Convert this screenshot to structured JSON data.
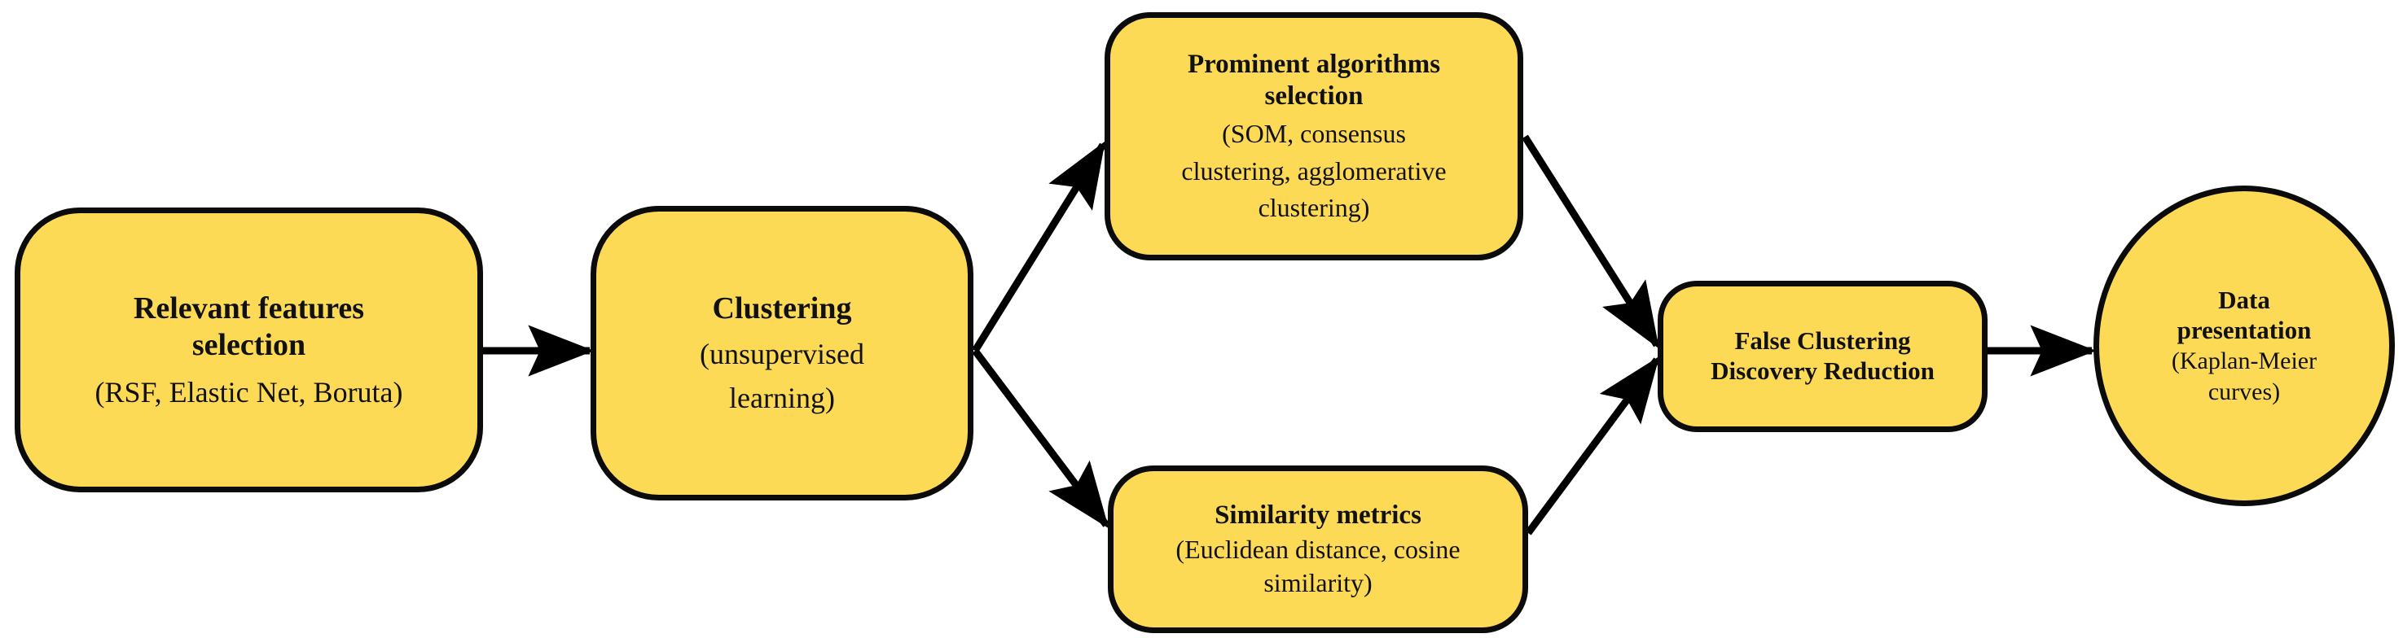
{
  "diagram": {
    "type": "flowchart",
    "orientation": "left-to-right",
    "background_color": "#FFFFFF",
    "node_fill_color": "#FCDA56",
    "node_border_color": "#0B0B0B",
    "text_color": "#111111",
    "arrow_color": "#000000",
    "nodes": [
      {
        "id": "relevant-features",
        "shape": "rounded-rectangle",
        "title": "Relevant features",
        "title2": "selection",
        "subtitle": "(RSF, Elastic Net, Boruta)"
      },
      {
        "id": "clustering",
        "shape": "rounded-rectangle",
        "title": "Clustering",
        "sub_line1": "(unsupervised",
        "sub_line2": "learning)"
      },
      {
        "id": "prominent-algorithms",
        "shape": "rounded-rectangle",
        "title_line1": "Prominent algorithms",
        "title_line2": "selection",
        "sub_line1": "(SOM, consensus",
        "sub_line2": "clustering, agglomerative",
        "sub_line3": "clustering)"
      },
      {
        "id": "similarity-metrics",
        "shape": "rounded-rectangle",
        "title": "Similarity metrics",
        "sub_line1": "(Euclidean distance, cosine",
        "sub_line2": "similarity)"
      },
      {
        "id": "false-clustering-discovery-reduction",
        "shape": "rounded-rectangle",
        "title_line1": "False Clustering",
        "title_line2": "Discovery Reduction"
      },
      {
        "id": "data-presentation",
        "shape": "ellipse",
        "title_line1": "Data",
        "title_line2": "presentation",
        "sub_line1": "(Kaplan-Meier",
        "sub_line2": "curves)"
      }
    ],
    "edges": [
      {
        "id": "edge-features-to-clustering",
        "from": "relevant-features",
        "to": "clustering",
        "style": "straight-arrow"
      },
      {
        "id": "edge-clustering-to-prominent",
        "from": "clustering",
        "to": "prominent-algorithms",
        "style": "diagonal-arrow"
      },
      {
        "id": "edge-clustering-to-similarity",
        "from": "clustering",
        "to": "similarity-metrics",
        "style": "diagonal-arrow"
      },
      {
        "id": "edge-prominent-to-fcdr",
        "from": "prominent-algorithms",
        "to": "false-clustering-discovery-reduction",
        "style": "diagonal-arrow"
      },
      {
        "id": "edge-similarity-to-fcdr",
        "from": "similarity-metrics",
        "to": "false-clustering-discovery-reduction",
        "style": "diagonal-arrow"
      },
      {
        "id": "edge-fcdr-to-data-presentation",
        "from": "false-clustering-discovery-reduction",
        "to": "data-presentation",
        "style": "straight-arrow"
      }
    ]
  }
}
